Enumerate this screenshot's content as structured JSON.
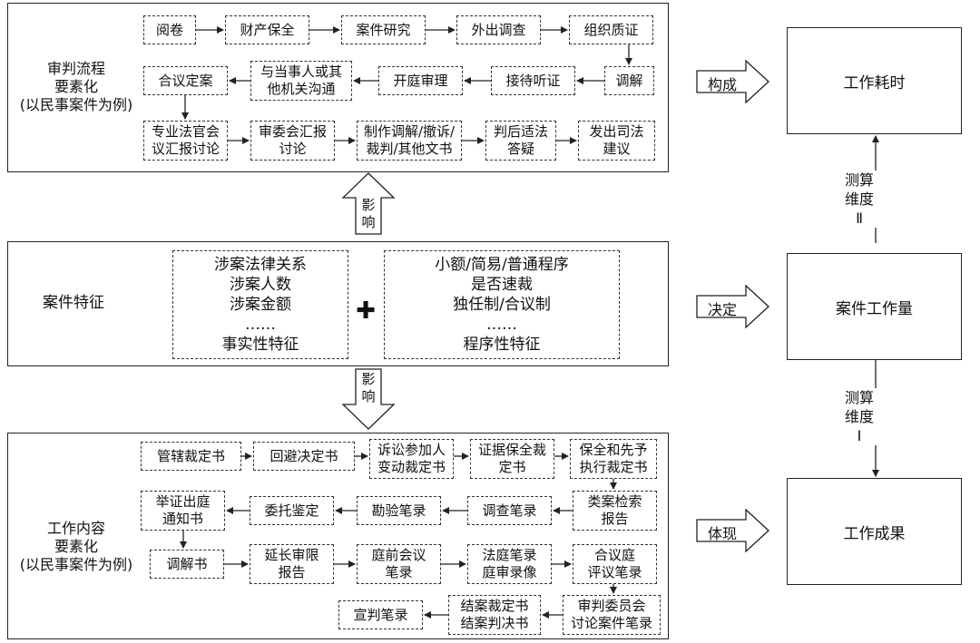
{
  "top": {
    "label": "审判流程\n要素化\n(以民事案件为例)",
    "row1": [
      "阅卷",
      "财产保全",
      "案件研究",
      "外出调查",
      "组织质证"
    ],
    "row2": [
      "合议定案",
      "与当事人或其\n他机关沟通",
      "开庭审理",
      "接待听证",
      "调解"
    ],
    "row3": [
      "专业法官会\n议汇报讨论",
      "审委会汇报\n讨论",
      "制作调解/撤诉/\n裁判/其他文书",
      "判后适法\n答疑",
      "发出司法\n建议"
    ]
  },
  "middle": {
    "label": "案件特征",
    "factual": {
      "lines": [
        "涉案法律关系",
        "涉案人数",
        "涉案金额",
        "……"
      ],
      "title": "事实性特征"
    },
    "procedural": {
      "lines": [
        "小额/简易/普通程序",
        "是否速裁",
        "独任制/合议制",
        "……"
      ],
      "title": "程序性特征"
    },
    "plus": "✚"
  },
  "bottom": {
    "label": "工作内容\n要素化\n(以民事案件为例)",
    "row1": [
      "管辖裁定书",
      "回避决定书",
      "诉讼参加人\n变动裁定书",
      "证据保全裁\n定书",
      "保全和先予\n执行裁定书"
    ],
    "row2": [
      "举证出庭\n通知书",
      "委托鉴定",
      "勘验笔录",
      "调查笔录",
      "类案检索\n报告"
    ],
    "row3": [
      "调解书",
      "延长审限\n报告",
      "庭前会议\n笔录",
      "法庭笔录\n庭审录像",
      "合议庭\n评议笔录"
    ],
    "row4": [
      "宣判笔录",
      "结案裁定书\n结案判决书",
      "审判委员会\n讨论案件笔录"
    ]
  },
  "influence_up": "影\n响",
  "influence_down": "影\n响",
  "relations": {
    "compose": "构成",
    "decide": "决定",
    "embody": "体现"
  },
  "right": {
    "time": "工作耗时",
    "workload": "案件工作量",
    "result": "工作成果",
    "dim2": "测算\n维度\nⅡ",
    "dim1": "测算\n维度\nⅠ"
  }
}
